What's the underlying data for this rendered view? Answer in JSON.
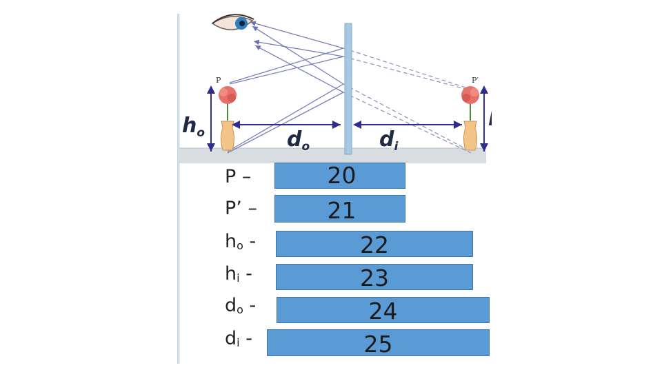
{
  "diagram": {
    "object_label": "P",
    "image_label": "P′",
    "ho_main": "h",
    "ho_sub": "o",
    "hi_main": "h",
    "hi_sub": "i",
    "do_main": "d",
    "do_sub": "o",
    "di_main": "d",
    "di_sub": "i"
  },
  "legend": {
    "rows": [
      {
        "symbol": "P",
        "sub": "",
        "dash": "–",
        "answer": "20"
      },
      {
        "symbol": "P’",
        "sub": "",
        "dash": "–",
        "answer": "21"
      },
      {
        "symbol": "h",
        "sub": "o",
        "dash": "-",
        "answer": "22"
      },
      {
        "symbol": "h",
        "sub": "i",
        "dash": "-",
        "answer": "23"
      },
      {
        "symbol": "d",
        "sub": "o",
        "dash": "-",
        "answer": "24"
      },
      {
        "symbol": "d",
        "sub": "i",
        "dash": "-",
        "answer": "25"
      }
    ]
  },
  "colors": {
    "answer_box": "#5b9bd5",
    "ray": "#7a7fb8",
    "mirror": "#a9c9e3",
    "arrow": "#2e2d8f"
  }
}
